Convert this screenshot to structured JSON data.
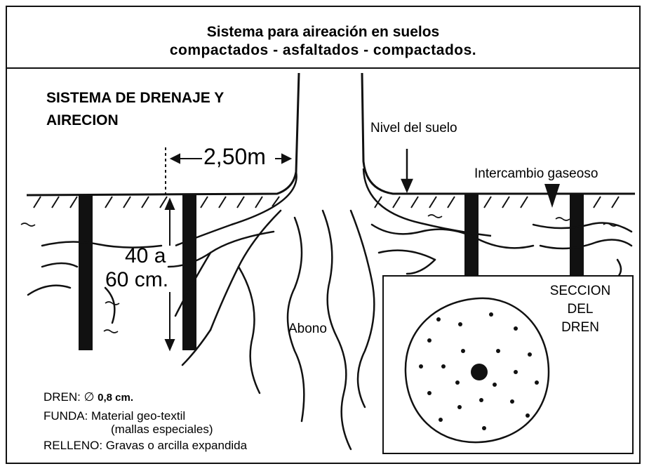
{
  "title": {
    "line1": "Sistema para aireación en suelos",
    "line2": "compactados  -  asfaltados  -  compactados."
  },
  "labels": {
    "system_line1": "SISTEMA DE DRENAJE Y",
    "system_line2": "AIRECION",
    "ground_level": "Nivel del suelo",
    "gas_exchange": "Intercambio  gaseoso",
    "spacing": "2,50m",
    "depth_line1": "40 a",
    "depth_line2": "60 cm.",
    "compost": "Abono",
    "section_line1": "SECCION",
    "section_line2": "DEL",
    "section_line3": "DREN"
  },
  "legend": {
    "drain_label": "DREN: ∅ ",
    "drain_value": "0,8 cm.",
    "sleeve": "FUNDA: Material geo-textil",
    "sleeve_note": "(mallas especiales)",
    "fill": "RELLENO: Gravas o arcilla expandida"
  },
  "colors": {
    "ink": "#111111",
    "paper": "#ffffff"
  }
}
